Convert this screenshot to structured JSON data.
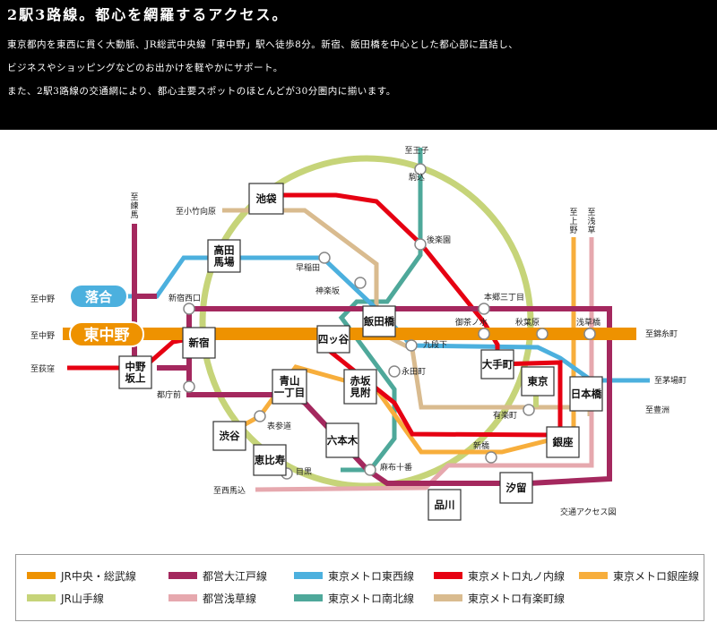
{
  "header": {
    "title": "2駅3路線。都心を網羅するアクセス。",
    "lines": [
      "東京都内を東西に貫く大動脈、JR総武中央線「東中野」駅へ徒歩8分。新宿、飯田橋を中心とした都心部に直結し、",
      "ビジネスやショッピングなどのお出かけを軽やかにサポート。",
      "また、2駅3路線の交通網により、都心主要スポットのほとんどが30分圏内に揃います。"
    ]
  },
  "map": {
    "caption": "交通アクセス図",
    "home_stations": {
      "higashinakano": "東中野",
      "ochiai": "落合"
    },
    "boxed_stations": {
      "ikebukuro": "池袋",
      "takadanobaba": "高田\n馬場",
      "shinjuku": "新宿",
      "nakanosakaue": "中野\n坂上",
      "yotsuya": "四ッ谷",
      "iidabashi": "飯田橋",
      "aoyama": "青山\n一丁目",
      "akasakamitsuke": "赤坂\n見附",
      "shibuya": "渋谷",
      "ebisu": "恵比寿",
      "roppongi": "六本木",
      "shinagawa": "品川",
      "shiodome": "汐留",
      "ginza": "銀座",
      "tokyo": "東京",
      "otemachi": "大手町",
      "nihonbashi": "日本橋"
    },
    "small_stations": {
      "komagome": "駒込",
      "korakuen": "後楽園",
      "hongo": "本郷三丁目",
      "ochanomizu": "御茶ノ水",
      "akihabara": "秋葉原",
      "asakusabashi": "浅草橋",
      "waseda": "早稲田",
      "kagurazaka": "神楽坂",
      "kudanshita": "九段下",
      "nagatacho": "永田町",
      "shinjukunishiguchi": "新宿西口",
      "tochomae": "都庁前",
      "omotesando": "表参道",
      "meguro": "目黒",
      "azabujuban": "麻布十番",
      "shimbashi": "新橋",
      "yurakucho": "有楽町"
    },
    "destinations": {
      "oji": "至王子",
      "nerima": "至練馬",
      "kotakemukaihara": "至小竹向原",
      "nakano_a": "至中野",
      "nakano_b": "至中野",
      "ogikubo": "至荻窪",
      "nishimagome": "至西馬込",
      "kinshicho": "至錦糸町",
      "toyocho": "至茅場町",
      "toyosu": "至豊洲",
      "ueno": "至上野",
      "asakusa": "至浅草"
    }
  },
  "legend": [
    {
      "label": "JR中央・総武線",
      "color": "#EE9200"
    },
    {
      "label": "都営大江戸線",
      "color": "#A4285E"
    },
    {
      "label": "東京メトロ東西線",
      "color": "#4CB0DE"
    },
    {
      "label": "東京メトロ丸ノ内線",
      "color": "#E60012"
    },
    {
      "label": "東京メトロ銀座線",
      "color": "#F7AE3C"
    },
    {
      "label": "JR山手線",
      "color": "#C6D479"
    },
    {
      "label": "都営浅草線",
      "color": "#E6A8AE"
    },
    {
      "label": "東京メトロ南北線",
      "color": "#4EA89A"
    },
    {
      "label": "東京メトロ有楽町線",
      "color": "#D9BB8F"
    }
  ]
}
